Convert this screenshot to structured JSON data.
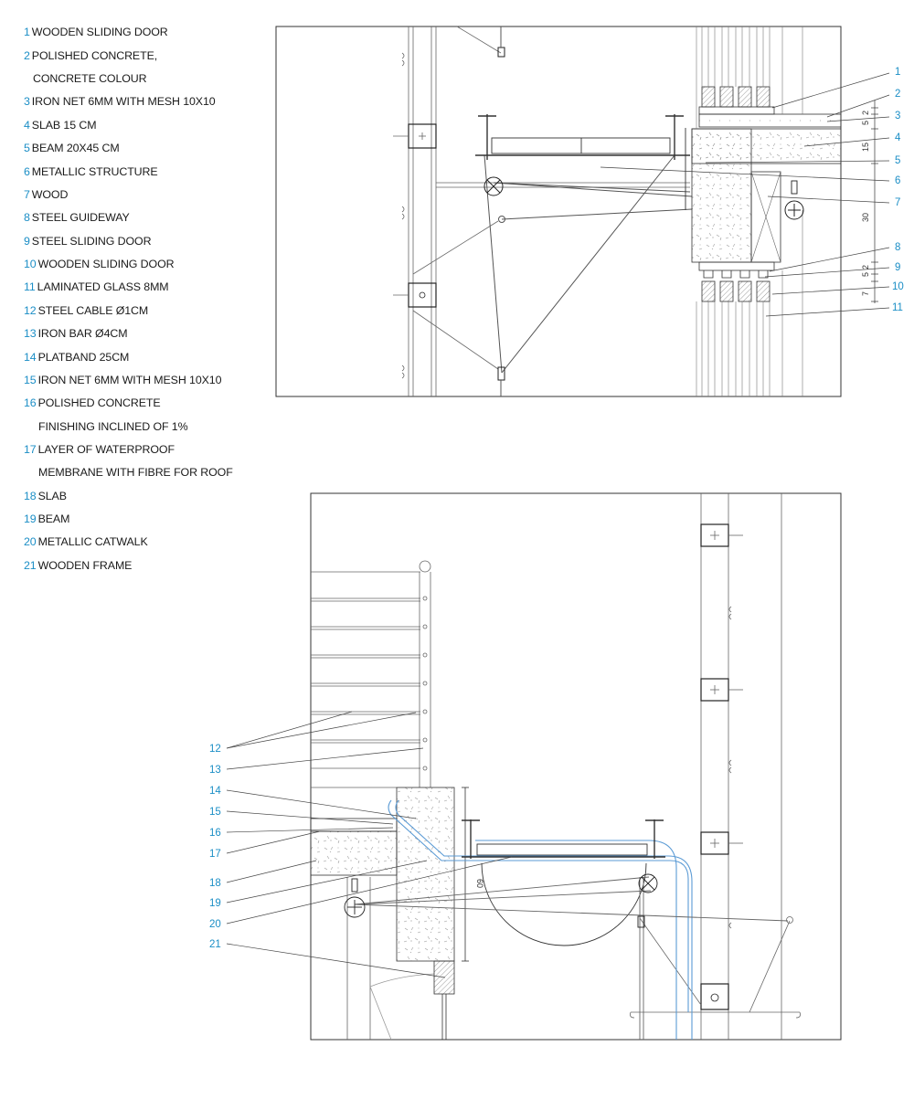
{
  "legend": [
    {
      "num": "1",
      "text": "WOODEN SLIDING DOOR"
    },
    {
      "num": "2",
      "text": "POLISHED CONCRETE,"
    },
    {
      "num": "",
      "text": "CONCRETE COLOUR"
    },
    {
      "num": "3",
      "text": "IRON NET 6MM WITH MESH 10X10"
    },
    {
      "num": "4",
      "text": "SLAB 15 CM"
    },
    {
      "num": "5",
      "text": "BEAM 20X45 CM"
    },
    {
      "num": "6",
      "text": "METALLIC STRUCTURE"
    },
    {
      "num": "7",
      "text": "WOOD"
    },
    {
      "num": "8",
      "text": "STEEL GUIDEWAY"
    },
    {
      "num": "9",
      "text": "STEEL SLIDING DOOR"
    },
    {
      "num": "10",
      "text": "WOODEN SLIDING DOOR"
    },
    {
      "num": "11",
      "text": "LAMINATED GLASS 8MM"
    },
    {
      "num": "12",
      "text": "STEEL CABLE Ø1CM"
    },
    {
      "num": "13",
      "text": "IRON BAR Ø4CM"
    },
    {
      "num": "14",
      "text": "PLATBAND 25CM"
    },
    {
      "num": "15",
      "text": "IRON NET 6MM WITH MESH 10X10"
    },
    {
      "num": "16",
      "text": "POLISHED CONCRETE"
    },
    {
      "num": "",
      "text": "FINISHING INCLINED OF 1%"
    },
    {
      "num": "17",
      "text": "LAYER OF WATERPROOF"
    },
    {
      "num": "",
      "text": "MEMBRANE WITH FIBRE FOR ROOF"
    },
    {
      "num": "18",
      "text": "SLAB"
    },
    {
      "num": "19",
      "text": "BEAM"
    },
    {
      "num": "20",
      "text": "METALLIC CATWALK"
    },
    {
      "num": "21",
      "text": "WOODEN FRAME"
    }
  ],
  "top_callouts": [
    "1",
    "2",
    "3",
    "4",
    "5",
    "6",
    "7",
    "8",
    "9",
    "10",
    "11"
  ],
  "bottom_callouts": [
    "12",
    "13",
    "14",
    "15",
    "16",
    "17",
    "18",
    "19",
    "20",
    "21"
  ],
  "top_dimensions": [
    "2",
    "5",
    "15",
    "30",
    "5",
    "2",
    "7"
  ],
  "bottom_dimension": "60",
  "accent_color": "#1b8ec6"
}
